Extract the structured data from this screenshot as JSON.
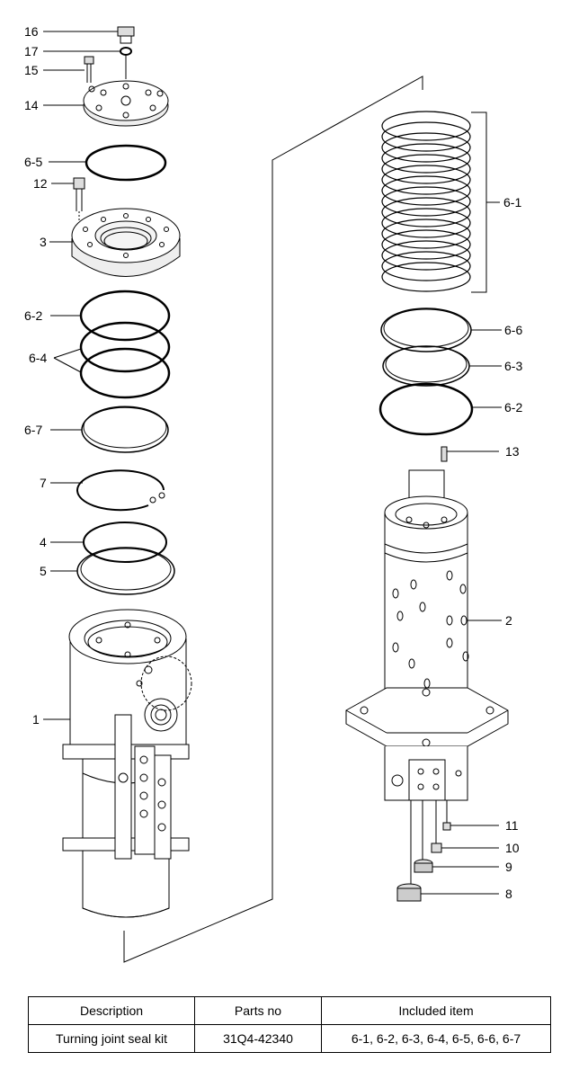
{
  "labels": {
    "l16": "16",
    "l17": "17",
    "l15": "15",
    "l14": "14",
    "l6_5": "6-5",
    "l12": "12",
    "l3": "3",
    "l6_2_left": "6-2",
    "l6_4": "6-4",
    "l6_7": "6-7",
    "l7": "7",
    "l4": "4",
    "l5": "5",
    "l1": "1",
    "l6_1": "6-1",
    "l6_6": "6-6",
    "l6_3": "6-3",
    "l6_2_right": "6-2",
    "l13": "13",
    "l2": "2",
    "l11": "11",
    "l10": "10",
    "l9": "9",
    "l8": "8"
  },
  "table": {
    "headers": [
      "Description",
      "Parts no",
      "Included item"
    ],
    "row": [
      "Turning joint seal kit",
      "31Q4-42340",
      "6-1, 6-2, 6-3, 6-4, 6-5, 6-6, 6-7"
    ]
  }
}
